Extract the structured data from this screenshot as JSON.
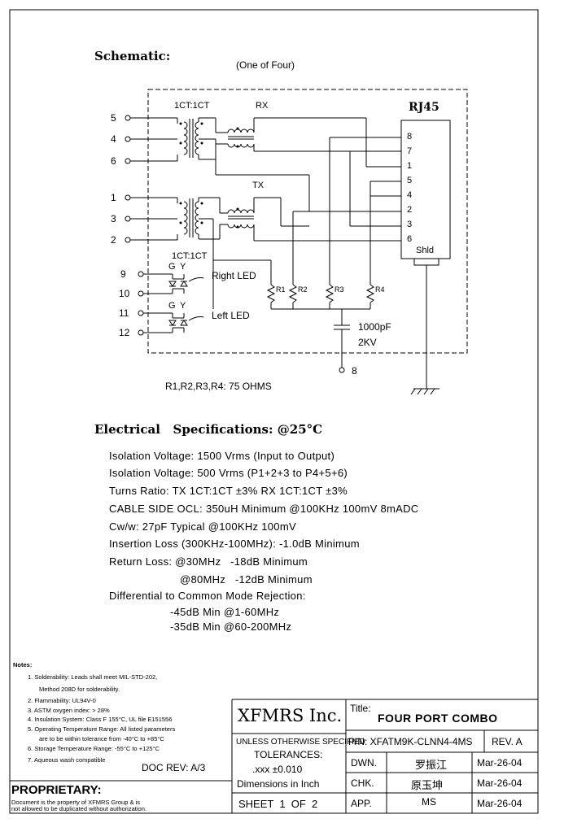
{
  "schematic": {
    "title": "Schematic:",
    "subtitle": "(One of Four)",
    "rj45_label": "RJ45",
    "shld_label": "Shld",
    "ct_top": "1CT:1CT",
    "ct_bottom": "1CT:1CT",
    "rx_label": "RX",
    "tx_label": "TX",
    "left_pins_rx": [
      "5",
      "4",
      "6"
    ],
    "left_pins_tx": [
      "1",
      "3",
      "2"
    ],
    "led_pins": [
      "9",
      "10",
      "11",
      "12"
    ],
    "led_g": "G",
    "led_y": "Y",
    "right_led": "Right LED",
    "left_led": "Left LED",
    "rj45_pins": [
      "8",
      "7",
      "1",
      "5",
      "4",
      "2",
      "3",
      "6"
    ],
    "resistors": [
      "R1",
      "R2",
      "R3",
      "R4"
    ],
    "cap_value": "1000pF",
    "cap_voltage": "2KV",
    "bottom_pin": "8",
    "resistor_note": "R1,R2,R3,R4: 75 OHMS"
  },
  "electrical": {
    "heading": "Electrical   Specifications: @25°C",
    "lines": [
      "Isolation Voltage:   1500 Vrms (Input to Output)",
      "Isolation Voltage:   500 Vrms (P1+2+3 to P4+5+6)",
      "Turns Ratio: TX 1CT:1CT ±3% RX 1CT:1CT ±3%",
      "CABLE SIDE OCL: 350uH Minimum @100KHz 100mV 8mADC",
      "Cw/w: 27pF Typical @100KHz 100mV",
      "Insertion Loss (300KHz-100MHz): -1.0dB Minimum",
      "Return Loss: @30MHz   -18dB Minimum",
      "@80MHz   -12dB Minimum",
      "Differential to Common Mode Rejection:",
      "-45dB Min @1-60MHz",
      "-35dB Min @60-200MHz"
    ]
  },
  "notes": {
    "heading": "Notes:",
    "items": [
      "1. Solderability: Leads shall meet MIL-STD-202,",
      "Method 208D for solderability.",
      "2. Flammability: UL94V-0",
      "3. ASTM oxygen index: > 28%",
      "4. Insulation System: Class F 155°C, UL file E151556",
      "5. Operating Temperature Range: All listed parameters",
      "are to be within tolerance from -40°C to +85°C",
      "6. Storage Temperature Range: -55°C to +125°C",
      "7. Aqueous wash compatible"
    ],
    "doc_rev": "DOC REV: A/3"
  },
  "proprietary": {
    "title": "PROPRIETARY:",
    "line1": "Document is the property of XFMRS Group & is",
    "line2": "not allowed to be duplicated without authorization."
  },
  "title_block": {
    "company": "XFMRS Inc.",
    "unless": "UNLESS OTHERWISE SPECIFIED",
    "tolerances": "TOLERANCES:",
    "tol_value": ".xxx ±0.010",
    "dimensions": "Dimensions in Inch",
    "sheet": "SHEET  1  OF  2",
    "title_label": "Title:",
    "title_value": "FOUR PORT COMBO",
    "pn": "P/N: XFATM9K-CLNN4-4MS",
    "rev": "REV. A",
    "rows": [
      {
        "label": "DWN.",
        "name": "罗振江",
        "date": "Mar-26-04"
      },
      {
        "label": "CHK.",
        "name": "原玉坤",
        "date": "Mar-26-04"
      },
      {
        "label": "APP.",
        "name": "MS",
        "date": "Mar-26-04"
      }
    ]
  }
}
